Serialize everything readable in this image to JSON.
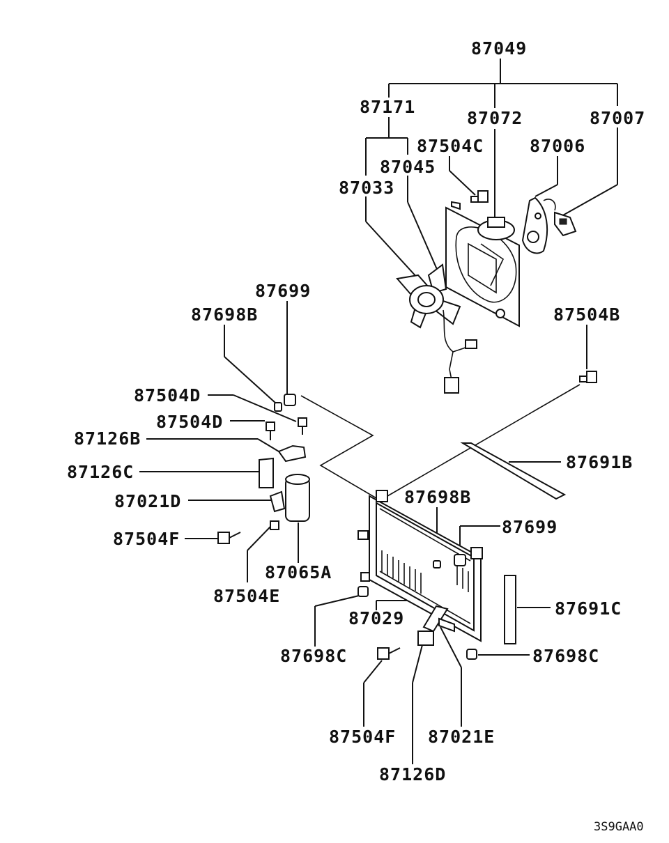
{
  "labels": {
    "l87049": "87049",
    "l87171": "87171",
    "l87072": "87072",
    "l87007": "87007",
    "l87504C": "87504C",
    "l87006": "87006",
    "l87045": "87045",
    "l87033": "87033",
    "l87699_top": "87699",
    "l87698B_top": "87698B",
    "l87504B": "87504B",
    "l87504D_1": "87504D",
    "l87504D_2": "87504D",
    "l87126B": "87126B",
    "l87126C": "87126C",
    "l87691B": "87691B",
    "l87021D": "87021D",
    "l87698B_mid": "87698B",
    "l87699_mid": "87699",
    "l87504F_left": "87504F",
    "l87065A": "87065A",
    "l87504E": "87504E",
    "l87691C": "87691C",
    "l87029": "87029",
    "l87698C_left": "87698C",
    "l87698C_right": "87698C",
    "l87504F_bottom": "87504F",
    "l87021E": "87021E",
    "l87126D": "87126D"
  },
  "diagram_code": "3S9GAA0"
}
